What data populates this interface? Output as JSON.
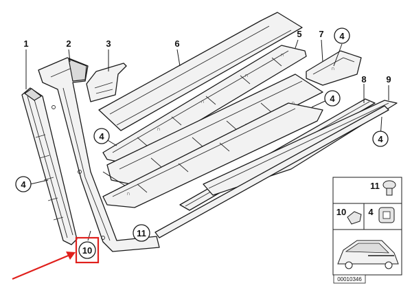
{
  "diagram": {
    "part_numbers": {
      "p1": "1",
      "p2": "2",
      "p3": "3",
      "p5": "5",
      "p6": "6",
      "p7": "7",
      "p8": "8",
      "p9": "9"
    },
    "callout_4": "4",
    "callout_10": "10",
    "callout_11": "11",
    "inset": {
      "label_11": "11",
      "label_10": "10",
      "label_4": "4"
    },
    "reference_code": "00010346",
    "colors": {
      "highlight": "#e0201c",
      "line": "#1a1a1a"
    }
  }
}
